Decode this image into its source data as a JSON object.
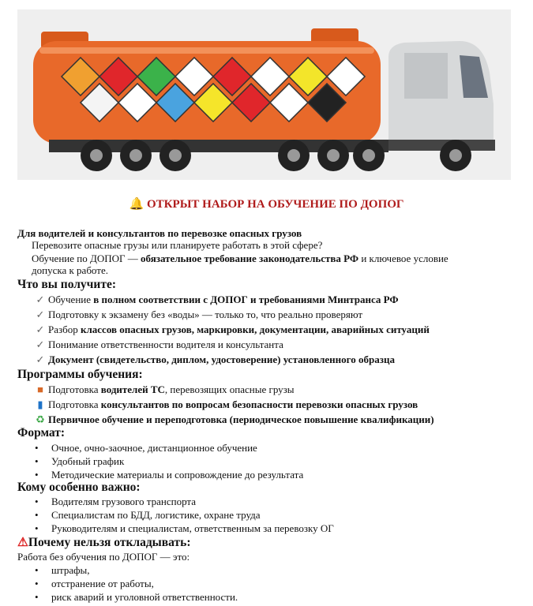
{
  "hero": {
    "alt_icons": [
      "tanker-truck",
      "hazard-placards"
    ]
  },
  "title": {
    "icon": "bell-icon",
    "text": "ОТКРЫТ НАБОР НА ОБУЧЕНИЕ ПО ДОПОГ"
  },
  "intro": {
    "heading": "Для водителей и консультантов по перевозке опасных грузов",
    "line1": "Перевозите опасные грузы или планируете работать в этой сфере?",
    "line2_a": "Обучение по ДОПОГ — ",
    "line2_b": "обязательное требование законодательства РФ",
    "line2_c": " и ключевое условие",
    "line3": "допуска к работе."
  },
  "benefits": {
    "heading": "Что вы получите:",
    "icon": "✅",
    "items": [
      {
        "a": "Обучение ",
        "b": "в полном соответствии с ДОПОГ и требованиями Минтранса РФ",
        "c": ""
      },
      {
        "a": "Подготовку к экзамену без «воды» — только то, что реально проверяют",
        "b": "",
        "c": ""
      },
      {
        "a": "Разбор ",
        "b": "классов опасных грузов, маркировки, документации, аварийных ситуаций",
        "c": ""
      },
      {
        "a": "Понимание ответственности водителя и консультанта",
        "b": "",
        "c": ""
      },
      {
        "a": "",
        "b": "Документ (свидетельство, диплом, удостоверение) установленного образца",
        "c": ""
      }
    ]
  },
  "programs": {
    "heading": "Программы обучения:",
    "items": [
      {
        "icon": "truck-icon",
        "a": "Подготовка ",
        "b": "водителей ТС",
        "c": ", перевозящих опасные грузы"
      },
      {
        "icon": "clipboard-icon",
        "a": "Подготовка ",
        "b": "консультантов по вопросам безопасности перевозки опасных грузов",
        "c": ""
      },
      {
        "icon": "recycle-icon",
        "a": "",
        "b": "Первичное обучение и переподготовка (периодическое повышение квалификации)",
        "c": ""
      }
    ]
  },
  "format": {
    "heading": "Формат:",
    "items": [
      "Очное, очно-заочное, дистанционное обучение",
      "Удобный график",
      "Методические материалы и сопровождение до результата"
    ]
  },
  "audience": {
    "heading": "Кому особенно важно:",
    "items": [
      "Водителям грузового транспорта",
      "Специалистам по БДД, логистике, охране труда",
      "Руководителям и специалистам, ответственным за перевозку ОГ"
    ]
  },
  "why": {
    "heading": "Почему нельзя откладывать:",
    "lead": "Работа без обучения по ДОПОГ — это:",
    "items": [
      "штрафы,",
      "отстранение от работы,",
      "риск аварий и уголовной ответственности."
    ]
  },
  "colors": {
    "accent": "#b01c1c",
    "tank": "#e8692a"
  }
}
